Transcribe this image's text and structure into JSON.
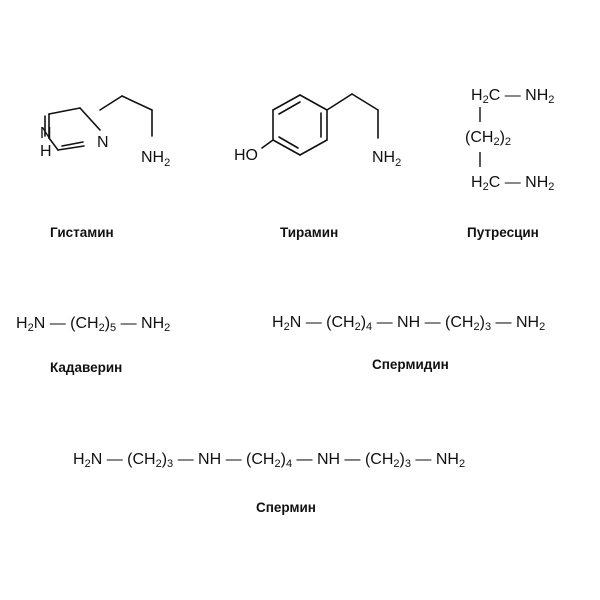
{
  "compounds": {
    "histamine": {
      "name": "Гистамин",
      "atoms": {
        "n_ring_top": "N",
        "h_ring": "H",
        "n_ring_right": "N",
        "amine": "NH",
        "amine_sub": "2"
      }
    },
    "tyramine": {
      "name": "Тирамин",
      "atoms": {
        "hydroxyl": "HO",
        "amine": "NH",
        "amine_sub": "2"
      }
    },
    "putrescine": {
      "name": "Путресцин",
      "lines": {
        "top": [
          "H",
          "2",
          "C — NH",
          "2"
        ],
        "middle": [
          "(CH",
          "2",
          ")",
          "2"
        ],
        "bottom": [
          "H",
          "2",
          "C — NH",
          "2"
        ]
      }
    },
    "cadaverine": {
      "name": "Кадаверин",
      "formula": [
        "H",
        "2",
        "N — (CH",
        "2",
        ")",
        "5",
        " — NH",
        "2"
      ]
    },
    "spermidine": {
      "name": "Спермидин",
      "formula": [
        "H",
        "2",
        "N — (CH",
        "2",
        ")",
        "4",
        " — NH — (CH",
        "2",
        ")",
        "3",
        " — NH",
        "2"
      ]
    },
    "spermine": {
      "name": "Спермин",
      "formula": [
        "H",
        "2",
        "N — (CH",
        "2",
        ")",
        "3",
        " — NH — (CH",
        "2",
        ")",
        "4",
        " — NH — (CH",
        "2",
        ")",
        "3",
        " — NH",
        "2"
      ]
    }
  }
}
